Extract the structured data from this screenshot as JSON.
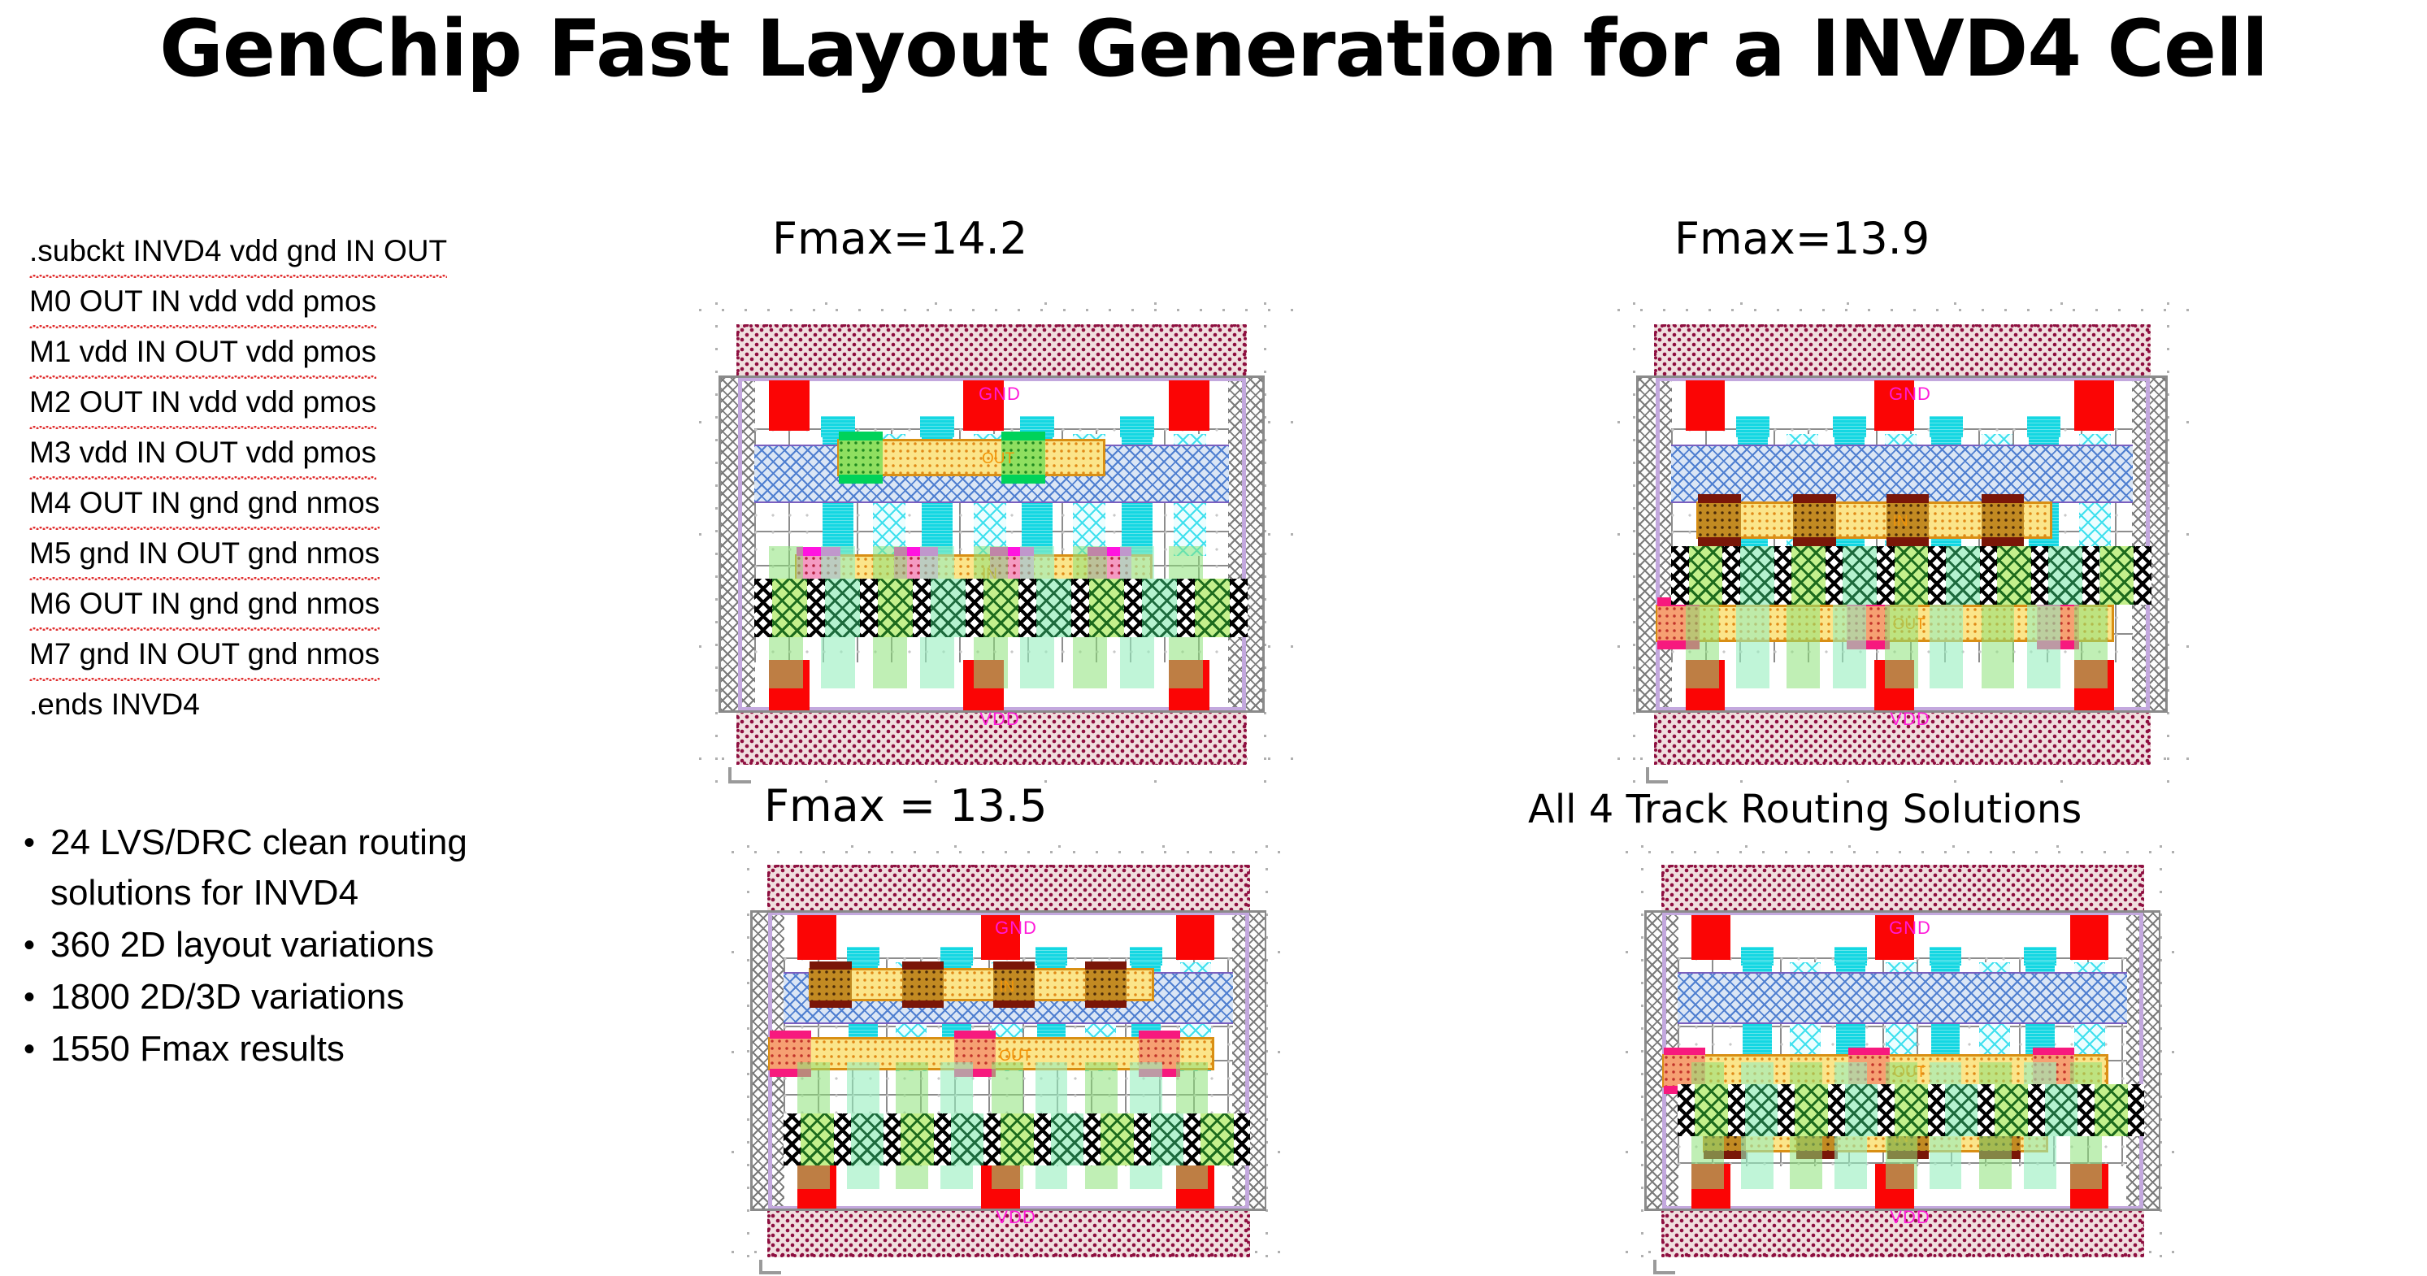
{
  "slide": {
    "title": "GenChip Fast Layout Generation for a INVD4 Cell"
  },
  "netlist": {
    "lines": [
      ".subckt INVD4 vdd gnd IN OUT",
      "M0 OUT IN vdd vdd pmos",
      "M1 vdd IN OUT vdd pmos",
      "M2 OUT IN vdd vdd pmos",
      "M3 vdd IN OUT vdd pmos",
      "M4 OUT IN gnd gnd nmos",
      "M5 gnd IN OUT gnd nmos",
      "M6 OUT IN gnd gnd nmos",
      "M7 gnd IN OUT gnd nmos",
      ".ends INVD4"
    ]
  },
  "bullets": {
    "marker": "•",
    "items": [
      "24 LVS/DRC clean routing solutions for INVD4",
      "360 2D layout variations",
      "1800 2D/3D variations",
      "1550 Fmax results"
    ]
  },
  "panels": [
    {
      "id": "tl",
      "caption": "Fmax=14.2",
      "rail_top": "GND",
      "rail_bottom": "VDD",
      "pin_upper": "OUT",
      "pin_lower": "IN"
    },
    {
      "id": "tr",
      "caption": "Fmax=13.9",
      "rail_top": "GND",
      "rail_bottom": "VDD",
      "pin_upper": "IN",
      "pin_lower": "OUT"
    },
    {
      "id": "bl",
      "caption": "Fmax = 13.5",
      "rail_top": "GND",
      "rail_bottom": "VDD",
      "pin_upper": "IN",
      "pin_lower": "OUT"
    },
    {
      "id": "br",
      "caption": "All 4 Track Routing Solutions",
      "rail_top": "GND",
      "rail_bottom": "VDD",
      "pin_upper": "OUT",
      "pin_lower": "IN"
    }
  ],
  "colors": {
    "metal_red": "#fb0505",
    "metal_cyan": "#14d7e2",
    "rail_pink": "#f0dede",
    "rail_border": "#8e0f40",
    "rail_label": "#ff1ad9",
    "poly_yellow": "#fbe58a",
    "diffusion_green": "#c4f08c",
    "diffusion_mint": "#b4f2cf",
    "contact_magenta": "#ff14e0",
    "contact_brown": "#7a1608",
    "contact_hotpink": "#f7197e",
    "text_black": "#000000",
    "spellcheck_red": "#e03030"
  }
}
